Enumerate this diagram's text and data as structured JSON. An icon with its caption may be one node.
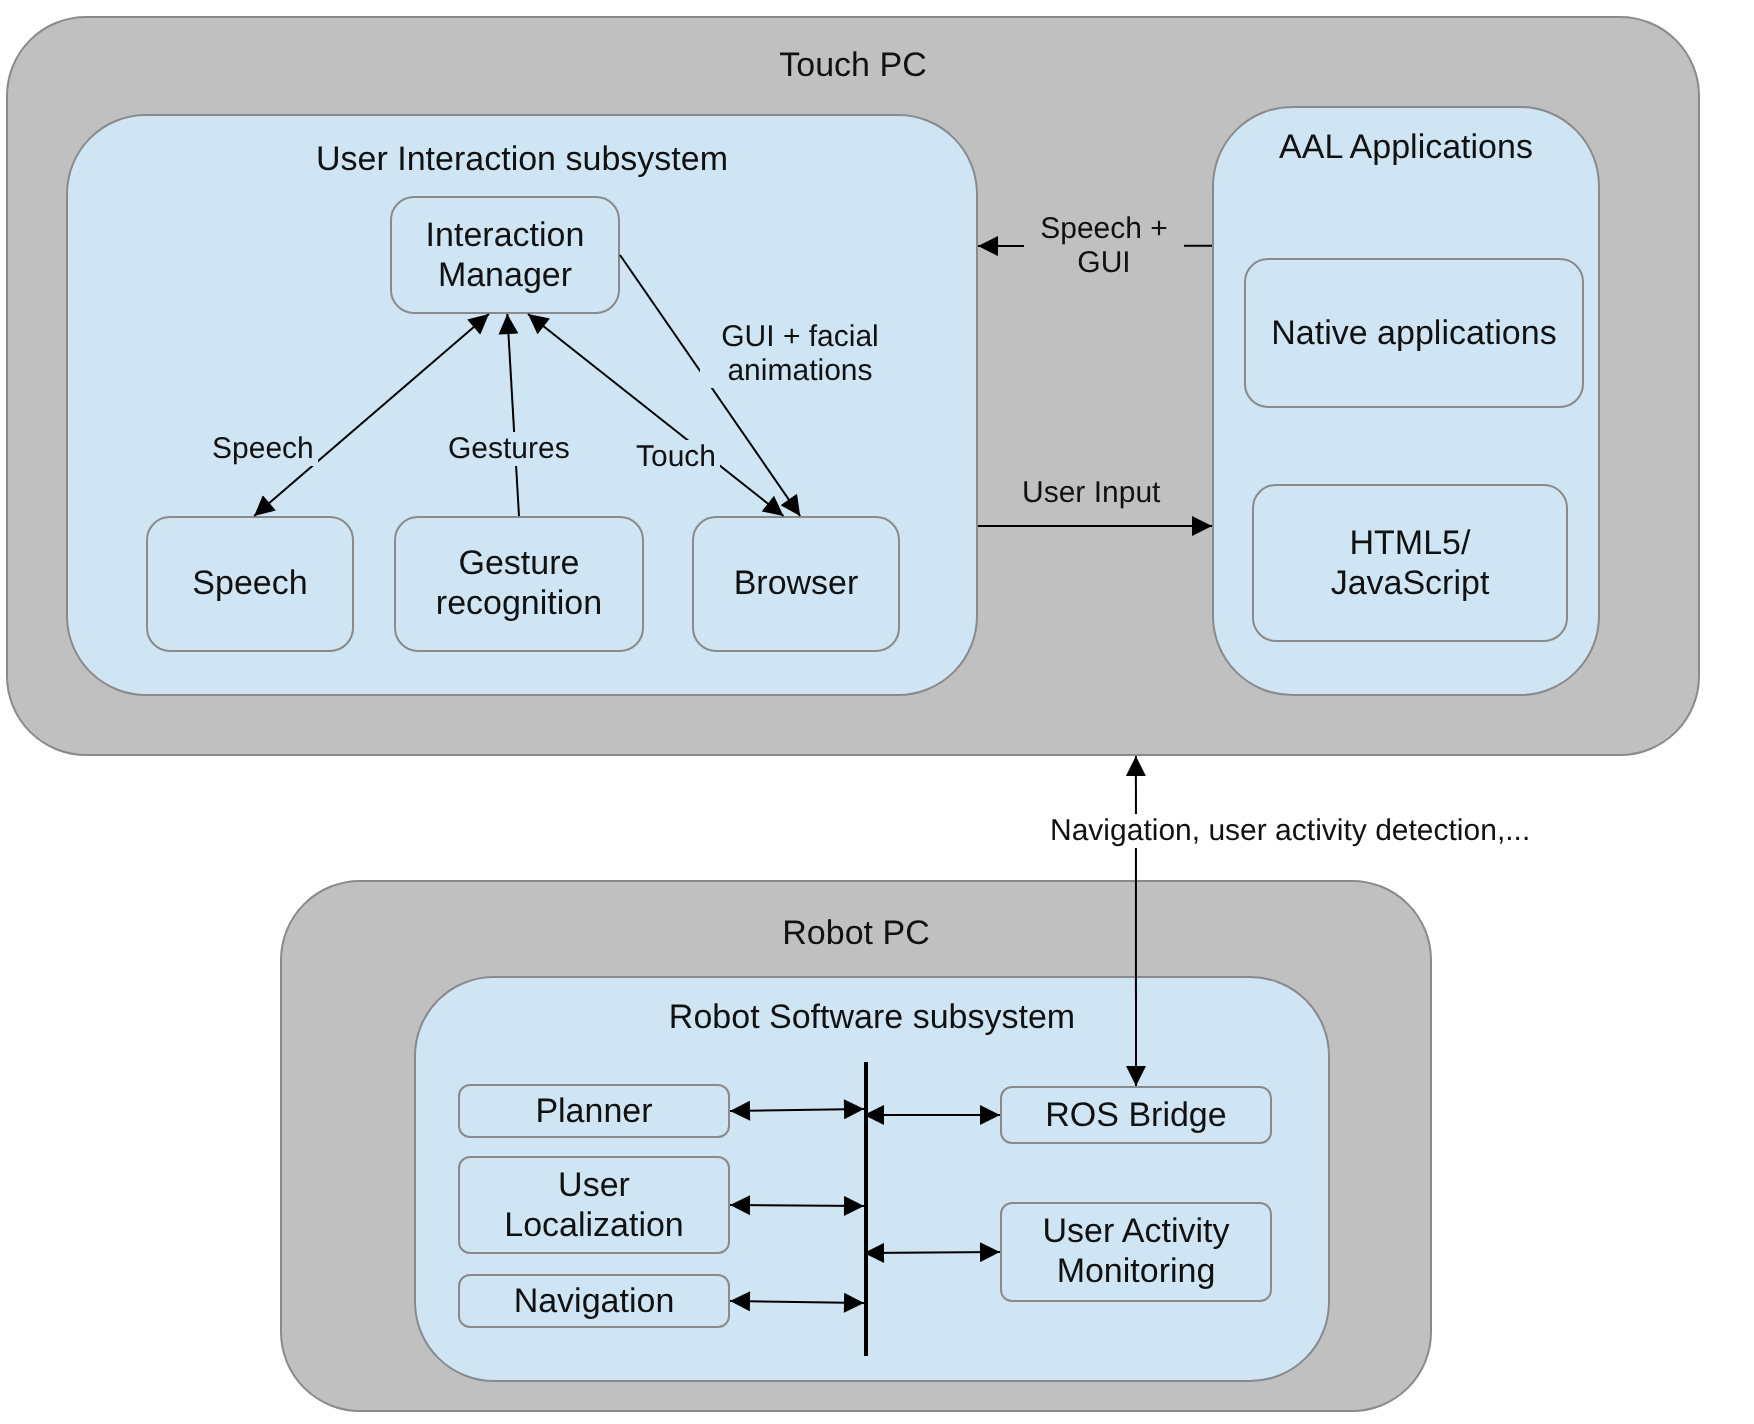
{
  "diagram": {
    "nodes": [
      {
        "text": [
          "Touch PC"
        ]
      },
      {
        "text": [
          "User Interaction subsystem"
        ],
        "in": 0
      },
      {
        "text": [
          "Interaction Manager"
        ],
        "in": 1
      },
      {
        "text": [
          "Speech"
        ],
        "in": 1
      },
      {
        "text": [
          "Gesture recognition"
        ],
        "in": 1
      },
      {
        "text": [
          "Browser"
        ],
        "in": 1
      },
      {
        "text": [
          "AAL Applications"
        ],
        "in": 0
      },
      {
        "text": [
          "Native applications"
        ],
        "in": 6
      },
      {
        "text": [
          "HTML5/ JavaScript"
        ],
        "in": 6
      },
      {
        "text": [
          "Robot PC"
        ]
      },
      {
        "text": [
          "Robot Software subsystem"
        ],
        "in": 9
      },
      {
        "text": [
          "Planner"
        ],
        "in": 10
      },
      {
        "text": [
          "User Localization"
        ],
        "in": 10
      },
      {
        "text": [
          "Navigation"
        ],
        "in": 10
      },
      {
        "text": [
          "ROS Bridge"
        ],
        "in": 10
      },
      {
        "text": [
          "User Activity Monitoring"
        ],
        "in": 10
      },
      {
        "text": [],
        "shape": "bar",
        "in": 10
      }
    ],
    "edges": [
      {
        "from": 3,
        "to": 2,
        "arrow": "both",
        "label": "Speech"
      },
      {
        "from": 4,
        "to": 2,
        "arrow": "to",
        "label": "Gestures"
      },
      {
        "from": 5,
        "to": 2,
        "arrow": "both",
        "label": "Touch"
      },
      {
        "from": 2,
        "to": 5,
        "arrow": "to",
        "label": "GUI + facial animations"
      },
      {
        "from": 6,
        "to": 1,
        "arrow": "to",
        "label": "Speech + GUI"
      },
      {
        "from": 1,
        "to": 6,
        "arrow": "to",
        "label": "User Input"
      },
      {
        "from": 14,
        "to": 0,
        "arrow": "both",
        "label": "Navigation, user activity detection,..."
      },
      {
        "from": 11,
        "to": 16,
        "arrow": "both"
      },
      {
        "from": 12,
        "to": 16,
        "arrow": "both"
      },
      {
        "from": 13,
        "to": 16,
        "arrow": "both"
      },
      {
        "from": 16,
        "to": 14,
        "arrow": "both"
      },
      {
        "from": 16,
        "to": 15,
        "arrow": "both"
      }
    ]
  }
}
